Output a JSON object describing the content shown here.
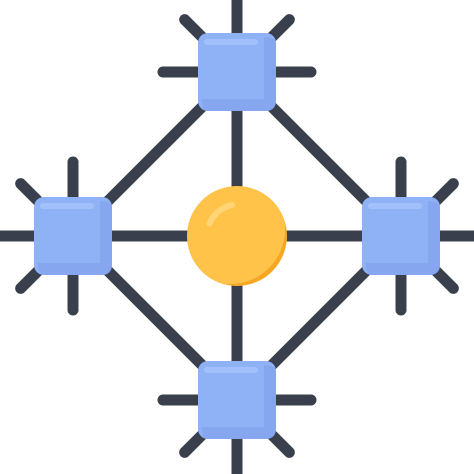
{
  "icon": {
    "name": "network-hub-icon",
    "nodes": [
      {
        "name": "top-node"
      },
      {
        "name": "left-node"
      },
      {
        "name": "right-node"
      },
      {
        "name": "bottom-node"
      }
    ],
    "colors": {
      "background": "#ffffff",
      "line": "#3a3f4d",
      "node_fill": "#8fb2f6",
      "node_shade": "#7f9fea",
      "node_highlight": "#a9c6ff",
      "center_fill": "#ffc34a",
      "center_shade": "#f5a623",
      "center_highlight": "#ffd77a"
    }
  }
}
